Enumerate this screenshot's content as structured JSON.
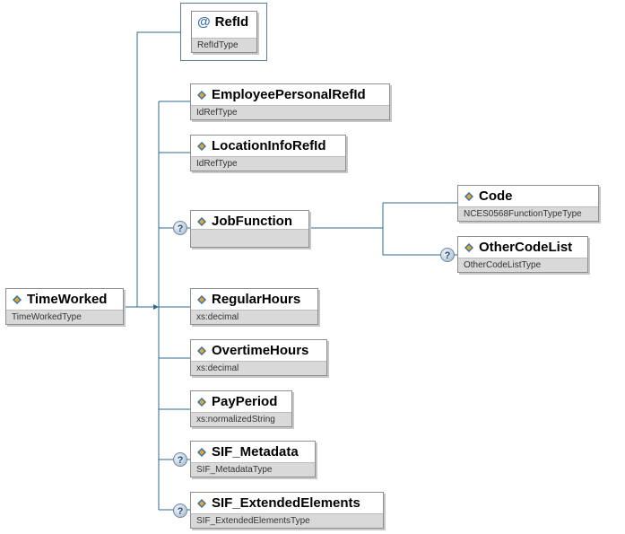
{
  "root": {
    "name": "TimeWorked",
    "type": "TimeWorkedType"
  },
  "attribute": {
    "symbol": "@",
    "name": "RefId",
    "type": "RefIdType"
  },
  "elements": [
    {
      "name": "EmployeePersonalRefId",
      "type": "IdRefType",
      "optional": false
    },
    {
      "name": "LocationInfoRefId",
      "type": "IdRefType",
      "optional": false
    },
    {
      "name": "JobFunction",
      "type": "",
      "optional": true
    },
    {
      "name": "RegularHours",
      "type": "xs:decimal",
      "optional": false
    },
    {
      "name": "OvertimeHours",
      "type": "xs:decimal",
      "optional": false
    },
    {
      "name": "PayPeriod",
      "type": "xs:normalizedString",
      "optional": false
    },
    {
      "name": "SIF_Metadata",
      "type": "SIF_MetadataType",
      "optional": true
    },
    {
      "name": "SIF_ExtendedElements",
      "type": "SIF_ExtendedElementsType",
      "optional": true
    }
  ],
  "job_function_children": [
    {
      "name": "Code",
      "type": "NCES0568FunctionTypeType",
      "optional": false
    },
    {
      "name": "OtherCodeList",
      "type": "OtherCodeListType",
      "optional": true
    }
  ],
  "optional_marker": "?",
  "colors": {
    "connector": "#2f6a8c",
    "type_band": "#d9d9d9",
    "border": "#8f8f8f",
    "icon_blue": "#3a6ea5",
    "icon_gold": "#e1a92a"
  }
}
